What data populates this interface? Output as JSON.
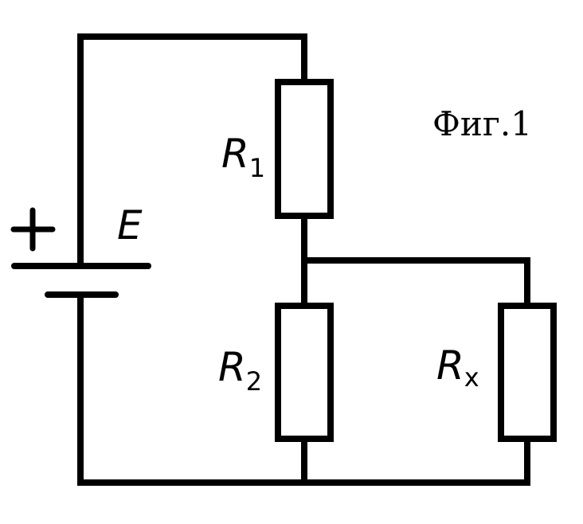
{
  "figure_label": "Фиг.1",
  "source": {
    "emf_symbol": "E",
    "positive_terminal": "+"
  },
  "resistors": {
    "r1": {
      "symbol": "R",
      "subscript": "1"
    },
    "r2": {
      "symbol": "R",
      "subscript": "2"
    },
    "rx": {
      "symbol": "R",
      "subscript": "x"
    }
  },
  "colors": {
    "line": "#000000",
    "background": "#ffffff"
  }
}
